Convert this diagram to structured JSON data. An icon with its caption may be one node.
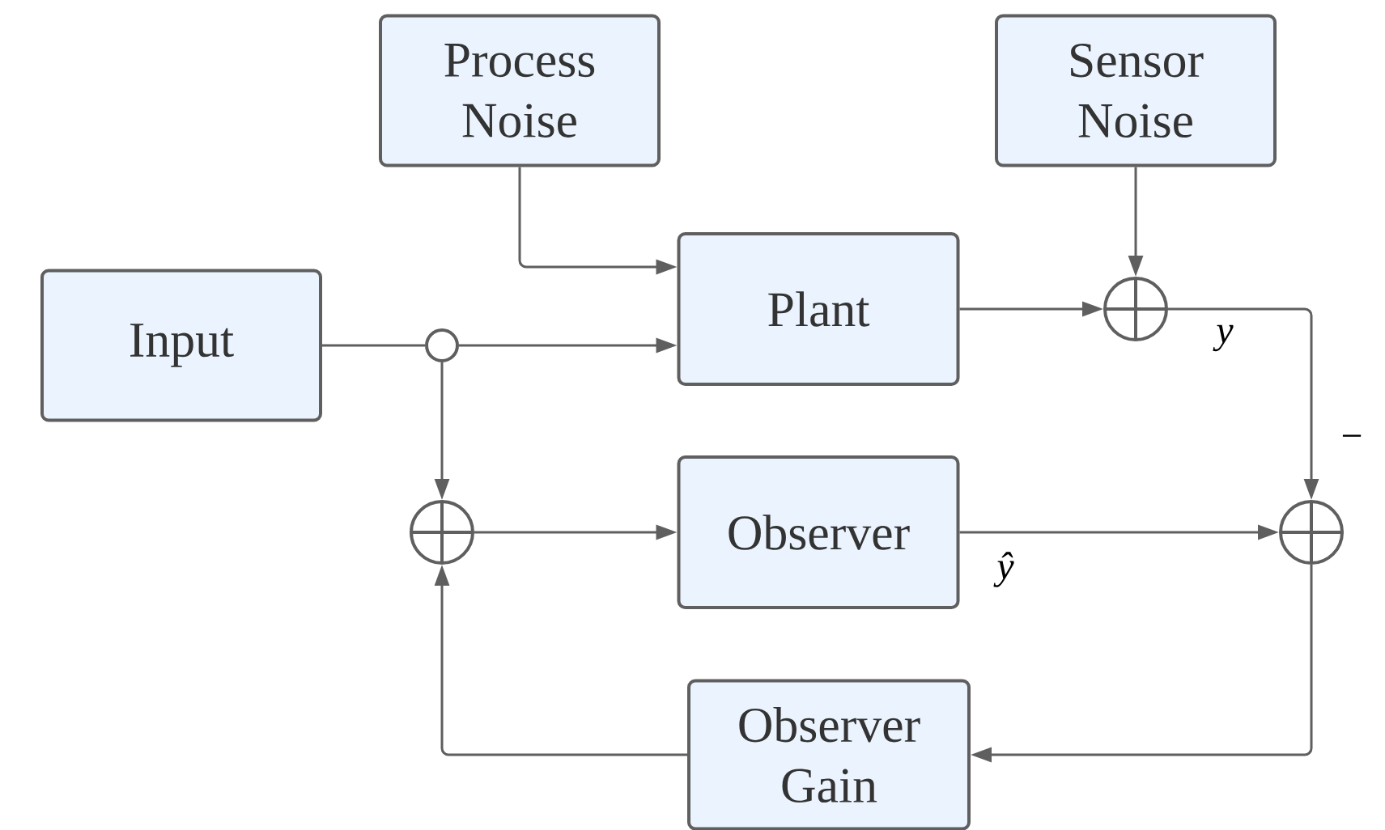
{
  "diagram": {
    "nodes": [
      {
        "text": [
          "Process Noise"
        ]
      },
      {
        "text": [
          "Sensor Noise"
        ]
      },
      {
        "text": [
          "Input"
        ]
      },
      {
        "text": [
          "Plant"
        ]
      },
      {
        "text": [],
        "shape": "circle"
      },
      {
        "text": [],
        "shape": "circle"
      },
      {
        "text": [],
        "shape": "circle"
      },
      {
        "text": [
          "Observer"
        ]
      },
      {
        "text": [],
        "shape": "circle"
      },
      {
        "text": [
          "Observer Gain"
        ]
      }
    ],
    "edges": [
      {
        "from": 0,
        "to": 3,
        "arrow": "to"
      },
      {
        "from": 1,
        "to": 5,
        "arrow": "to"
      },
      {
        "from": 2,
        "to": 4,
        "arrow": "none"
      },
      {
        "from": 4,
        "to": 3,
        "arrow": "to"
      },
      {
        "from": 4,
        "to": 6,
        "arrow": "to"
      },
      {
        "from": 3,
        "to": 5,
        "arrow": "to"
      },
      {
        "from": 5,
        "to": 8,
        "arrow": "to",
        "label": "y"
      },
      {
        "from": 6,
        "to": 7,
        "arrow": "to"
      },
      {
        "from": 7,
        "to": 8,
        "arrow": "to",
        "label": "ŷ"
      },
      {
        "from": 8,
        "to": 9,
        "arrow": "to"
      },
      {
        "from": 9,
        "to": 6,
        "arrow": "to"
      }
    ],
    "labels": [
      "−"
    ]
  }
}
